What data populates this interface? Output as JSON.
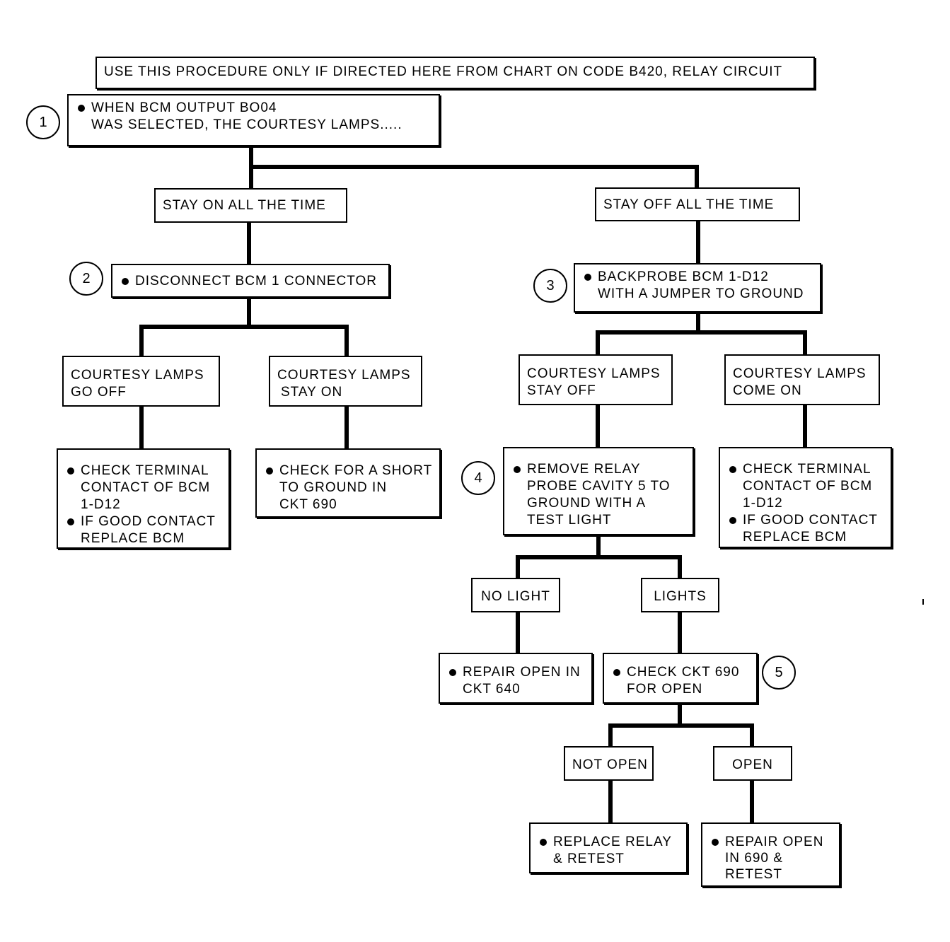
{
  "header": {
    "text": "USE THIS PROCEDURE ONLY IF DIRECTED HERE FROM CHART ON CODE B420, RELAY CIRCUIT"
  },
  "step_numbers": [
    "1",
    "2",
    "3",
    "4",
    "5"
  ],
  "step1": {
    "lines": [
      "WHEN BCM OUTPUT BO04",
      "WAS SELECTED, THE COURTESY LAMPS....."
    ]
  },
  "branch_on": {
    "label": "STAY ON ALL THE TIME"
  },
  "branch_off": {
    "label": "STAY OFF ALL THE TIME"
  },
  "step2": {
    "lines": [
      "DISCONNECT BCM 1 CONNECTOR"
    ]
  },
  "step3": {
    "lines": [
      "BACKPROBE BCM 1-D12",
      "WITH A JUMPER TO GROUND"
    ]
  },
  "result_go_off": {
    "lines": [
      "COURTESY LAMPS",
      "GO OFF"
    ]
  },
  "result_stay_on": {
    "lines": [
      "COURTESY LAMPS",
      "STAY ON"
    ]
  },
  "result_stay_off": {
    "lines": [
      "COURTESY LAMPS",
      "STAY OFF"
    ]
  },
  "result_come_on": {
    "lines": [
      "COURTESY LAMPS",
      "COME ON"
    ]
  },
  "action_left": {
    "item1": [
      "CHECK TERMINAL",
      "CONTACT OF BCM",
      "1-D12"
    ],
    "item2": [
      "IF GOOD CONTACT",
      "REPLACE BCM"
    ]
  },
  "action_short": {
    "lines": [
      "CHECK FOR A SHORT",
      "TO GROUND IN",
      "CKT 690"
    ]
  },
  "step4": {
    "lines": [
      "REMOVE RELAY",
      "PROBE CAVITY 5 TO",
      "GROUND WITH A",
      "TEST LIGHT"
    ]
  },
  "action_right": {
    "item1": [
      "CHECK TERMINAL",
      "CONTACT OF BCM",
      "1-D12"
    ],
    "item2": [
      "IF GOOD CONTACT",
      "REPLACE BCM"
    ]
  },
  "no_light": {
    "label": "NO LIGHT"
  },
  "lights": {
    "label": "LIGHTS"
  },
  "repair_640": {
    "lines": [
      "REPAIR OPEN IN",
      "CKT 640"
    ]
  },
  "step5": {
    "lines": [
      "CHECK CKT 690",
      "FOR OPEN"
    ]
  },
  "not_open": {
    "label": "NOT OPEN"
  },
  "open": {
    "label": "OPEN"
  },
  "replace_relay": {
    "lines": [
      "REPLACE RELAY",
      "& RETEST"
    ]
  },
  "repair_690": {
    "lines": [
      "REPAIR OPEN",
      "IN 690 &",
      "RETEST"
    ]
  }
}
